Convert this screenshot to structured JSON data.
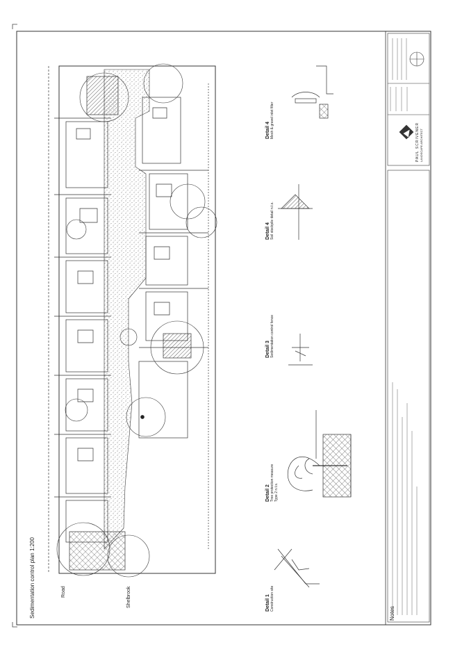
{
  "plan": {
    "title": "Sedimentation control plan",
    "scale": "1:200",
    "road_label": "Road",
    "street_label": "Shelbrook"
  },
  "details": [
    {
      "title": "Detail 1",
      "subtitle": "Construction site"
    },
    {
      "title": "Detail 2",
      "subtitle": "Tree protection measure",
      "subtitle2": "Type 2 n.t.s."
    },
    {
      "title": "Detail 3",
      "subtitle": "Sedimentation control fence"
    },
    {
      "title": "Detail 4",
      "subtitle": "Soil stockpile detail n.t.s."
    },
    {
      "title": "Detail 4",
      "subtitle": "Mesh & gravel inlet filter"
    }
  ],
  "notes": {
    "title": "Notes"
  },
  "title_block": {
    "firm": "PAUL SCRIVENER",
    "firm_sub": "LANDSCAPE ARCHITECT"
  },
  "colors": {
    "line": "#333333",
    "paper": "#ffffff",
    "stipple": "#555555"
  }
}
